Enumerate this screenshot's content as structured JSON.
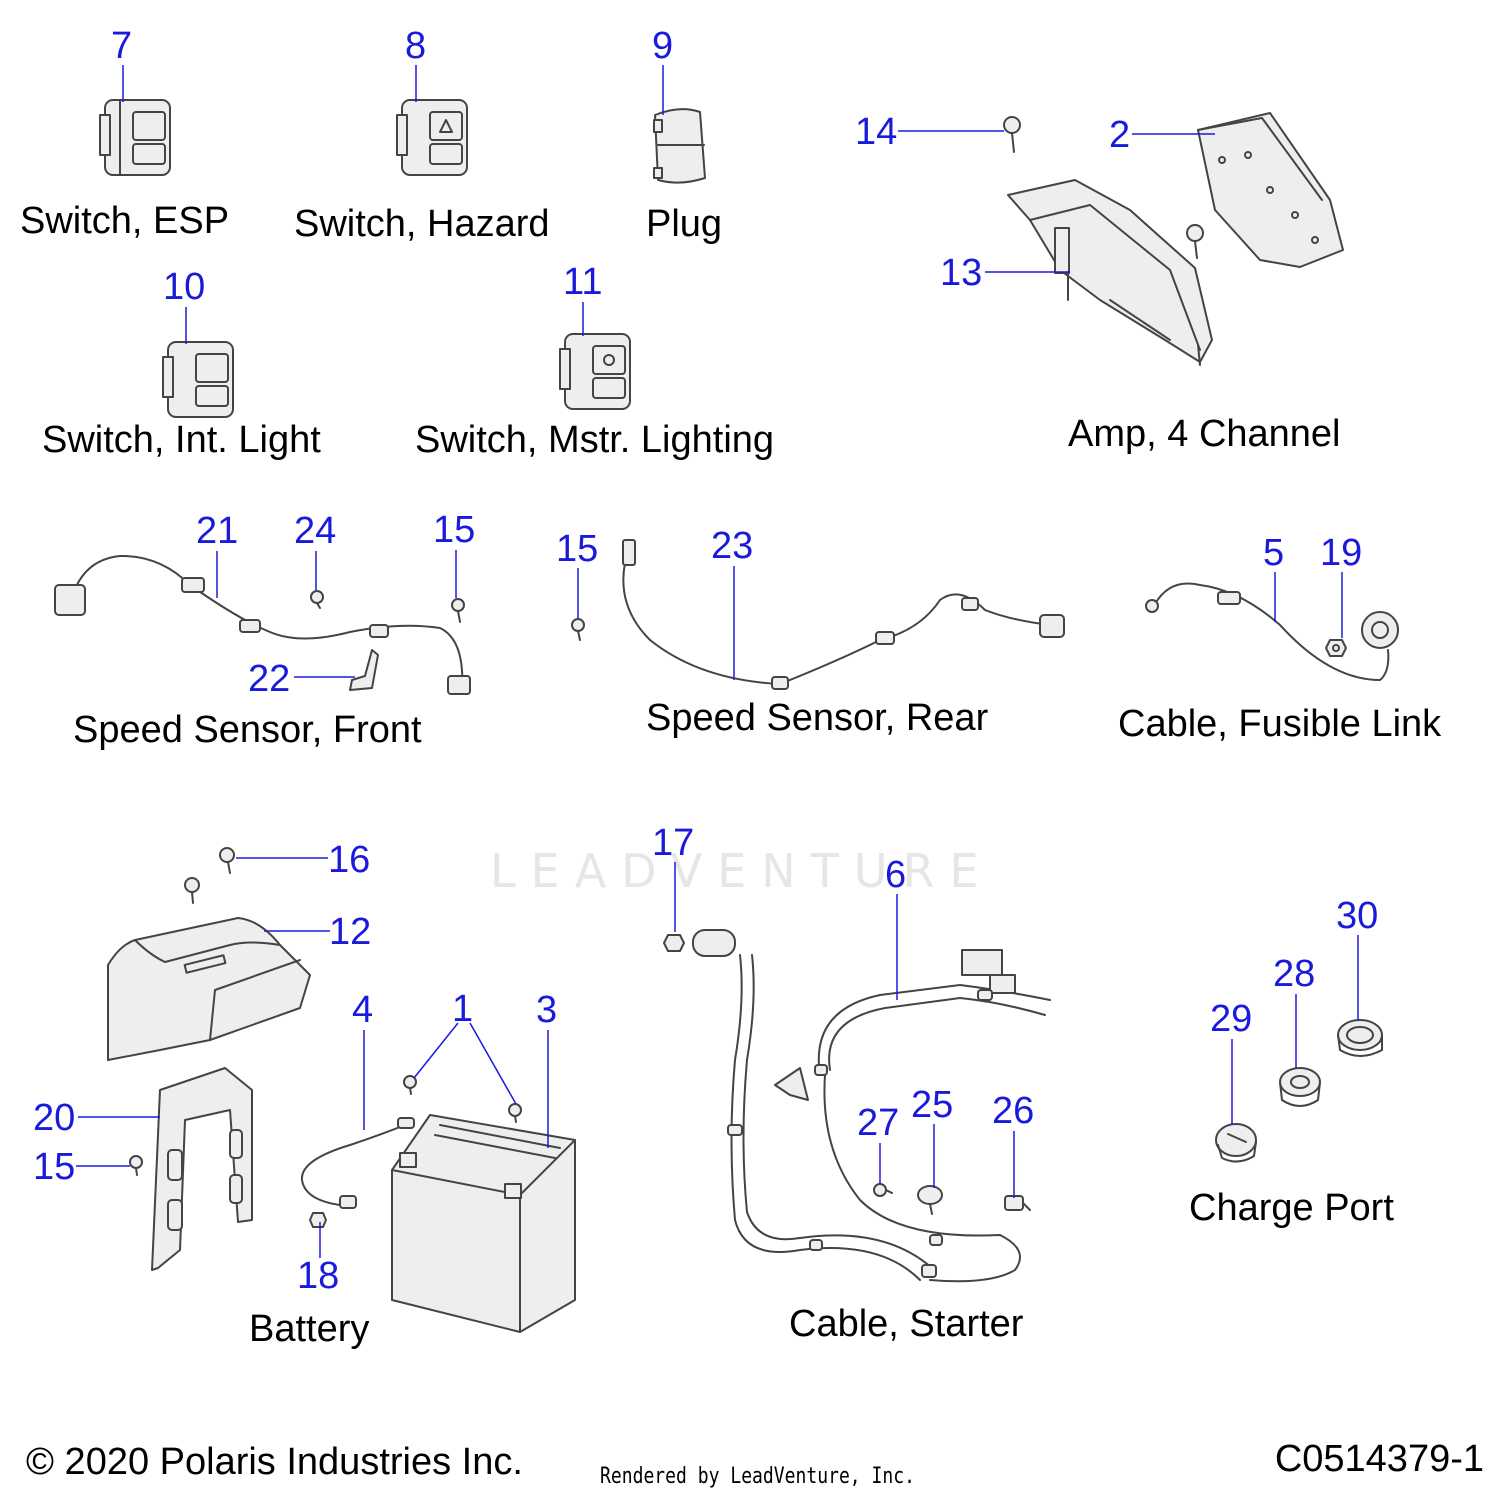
{
  "colors": {
    "callout": "#1a1adc",
    "label": "#000000",
    "line": "#333333",
    "part_fill": "#eeeeee",
    "part_stroke": "#444444",
    "watermark": "#e6e6e6"
  },
  "watermark": {
    "text": "LEADVENTURE"
  },
  "footer": {
    "copyright": "© 2020 Polaris Industries Inc.",
    "rendered_by": "Rendered by LeadVenture, Inc.",
    "diagram_id": "C0514379-1"
  },
  "group_labels": {
    "switch_esp": "Switch, ESP",
    "switch_hazard": "Switch, Hazard",
    "plug": "Plug",
    "amp": "Amp, 4 Channel",
    "switch_int_light": "Switch, Int. Light",
    "switch_mstr_lighting": "Switch, Mstr. Lighting",
    "speed_sensor_front": "Speed Sensor, Front",
    "speed_sensor_rear": "Speed Sensor, Rear",
    "cable_fusible_link": "Cable, Fusible Link",
    "battery": "Battery",
    "cable_starter": "Cable, Starter",
    "charge_port": "Charge Port"
  },
  "callouts": {
    "c7": "7",
    "c8": "8",
    "c9": "9",
    "c14": "14",
    "c2": "2",
    "c13": "13",
    "c10": "10",
    "c11": "11",
    "c21": "21",
    "c24": "24",
    "c15a": "15",
    "c22": "22",
    "c15b": "15",
    "c23": "23",
    "c5": "5",
    "c19": "19",
    "c16": "16",
    "c12": "12",
    "c4": "4",
    "c1": "1",
    "c3": "3",
    "c20": "20",
    "c15c": "15",
    "c18": "18",
    "c17": "17",
    "c6": "6",
    "c27": "27",
    "c25": "25",
    "c26": "26",
    "c30": "30",
    "c28": "28",
    "c29": "29"
  }
}
